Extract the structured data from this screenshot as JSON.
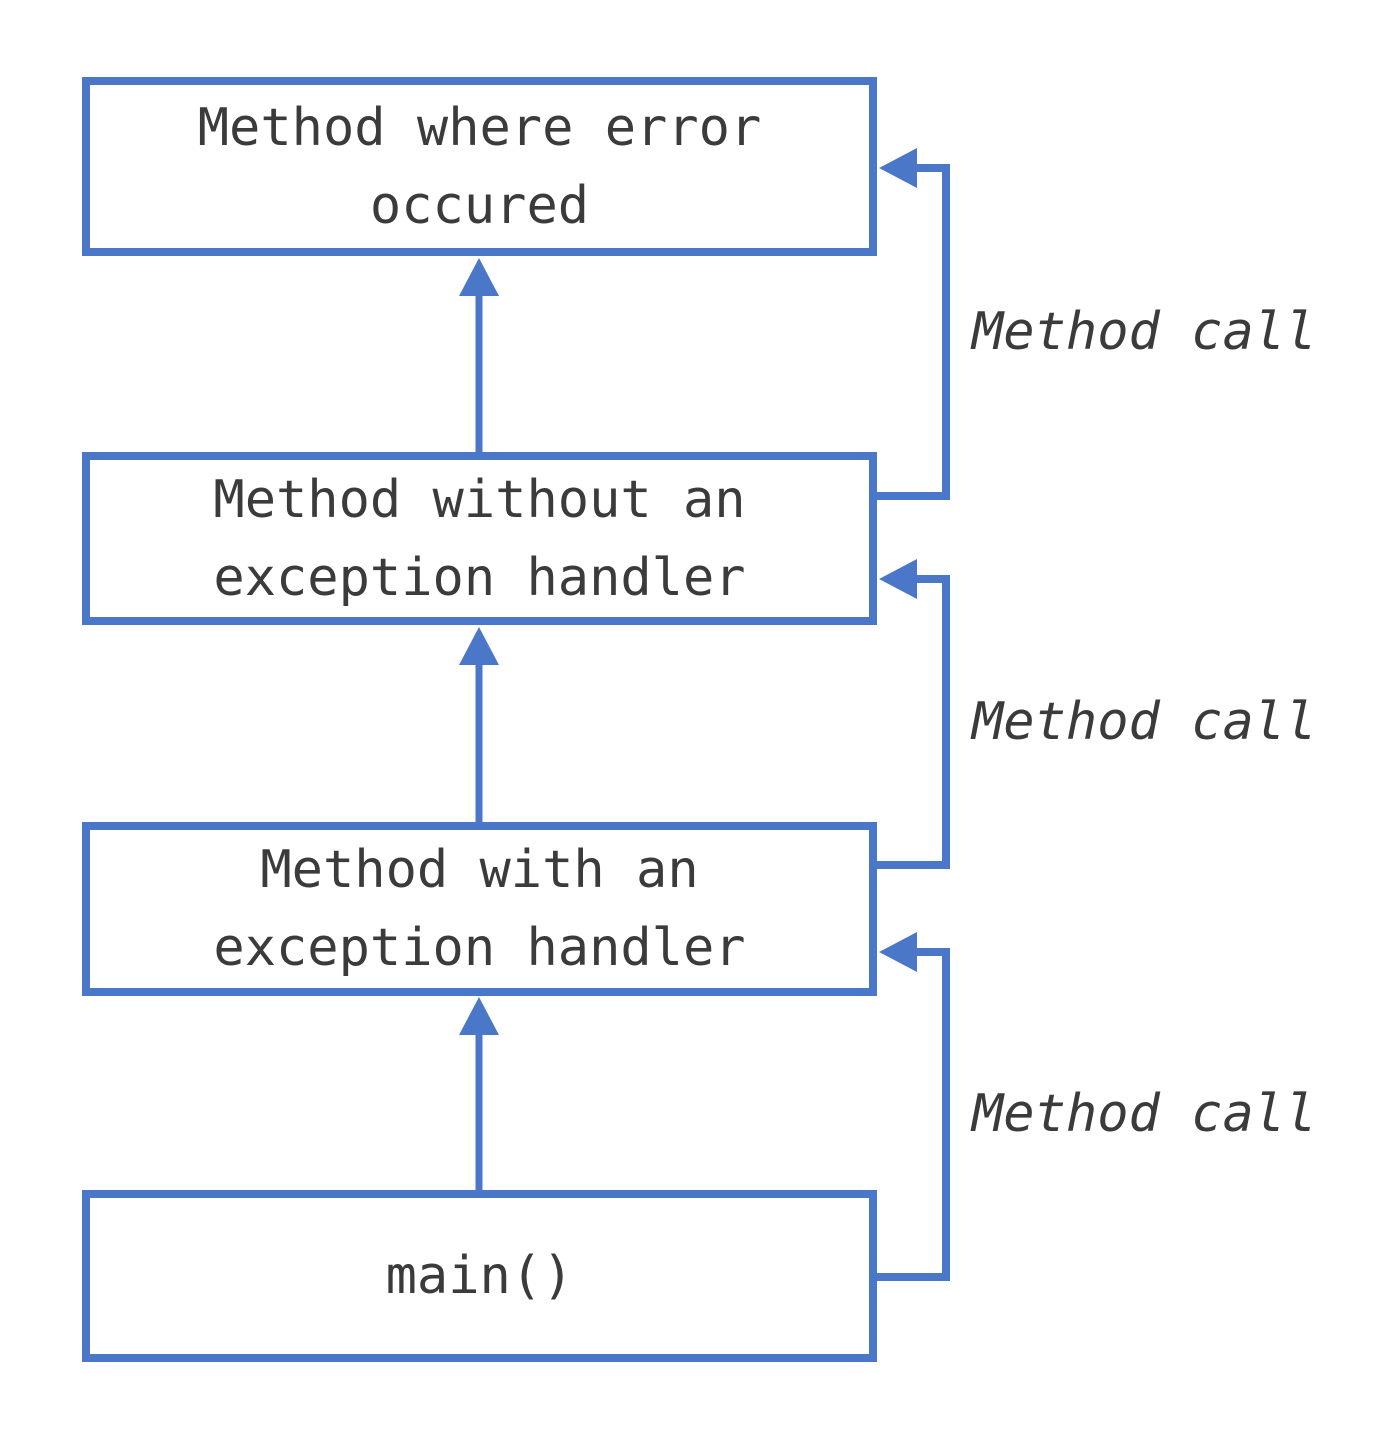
{
  "colors": {
    "accent_blue": "#4A77C8",
    "text_dark": "#3B3B3B",
    "background": "#FFFFFF"
  },
  "diagram": {
    "type": "call-stack-flow",
    "nodes": [
      {
        "id": "method-where-error-occured",
        "label": "Method where error\noccured"
      },
      {
        "id": "method-without-exception-handler",
        "label": "Method without an\nexception handler"
      },
      {
        "id": "method-with-exception-handler",
        "label": "Method with an\nexception handler"
      },
      {
        "id": "main",
        "label": "main()"
      }
    ],
    "call_edges": [
      {
        "from": "method-without-exception-handler",
        "to": "method-where-error-occured",
        "label": "Method call"
      },
      {
        "from": "method-with-exception-handler",
        "to": "method-without-exception-handler",
        "label": "Method call"
      },
      {
        "from": "main",
        "to": "method-with-exception-handler",
        "label": "Method call"
      }
    ],
    "up_arrows": [
      {
        "from": "method-without-exception-handler",
        "to": "method-where-error-occured"
      },
      {
        "from": "method-with-exception-handler",
        "to": "method-without-exception-handler"
      },
      {
        "from": "main",
        "to": "method-with-exception-handler"
      }
    ]
  }
}
